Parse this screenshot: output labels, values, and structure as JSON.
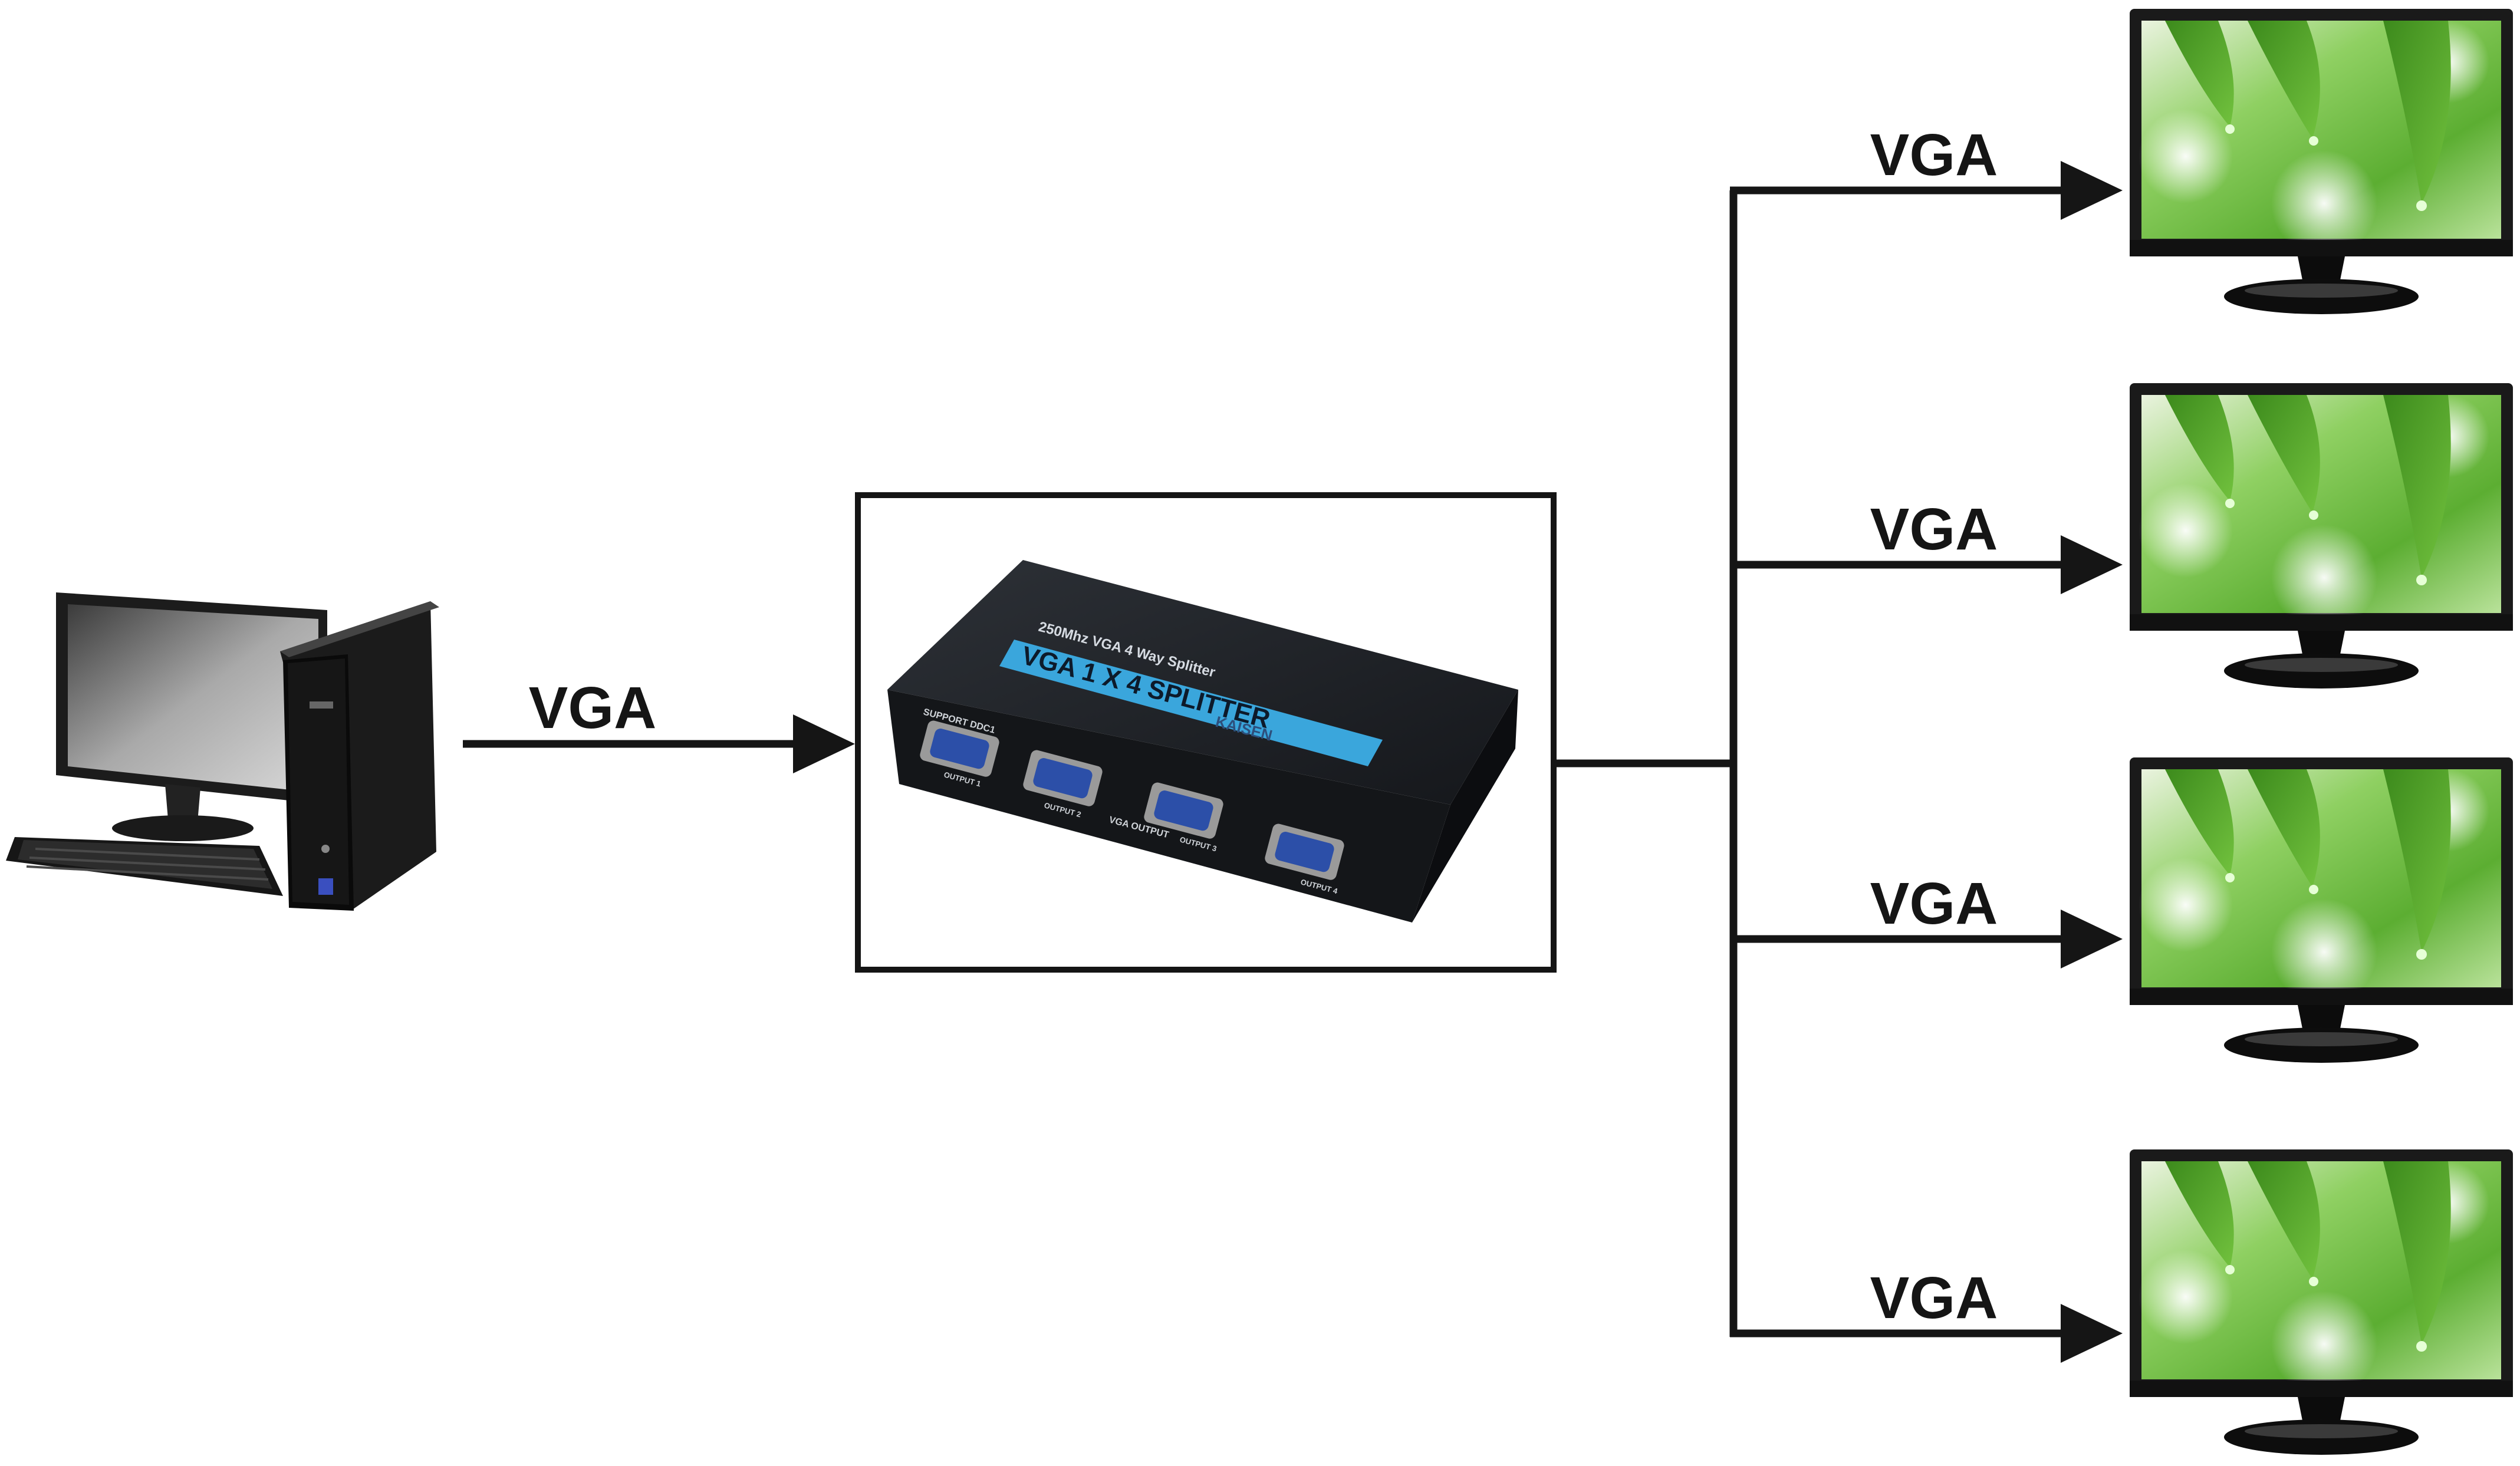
{
  "diagram": {
    "input": {
      "source": "desktop-computer",
      "cable_label": "VGA"
    },
    "splitter": {
      "model_line": "250Mhz VGA 4 Way Splitter",
      "band_title": "VGA 1 X 4 SPLITTER",
      "brand": "KAISEN",
      "support_label": "SUPPORT DDC1",
      "output_group_label": "VGA OUTPUT",
      "ports": [
        "OUTPUT 1",
        "OUTPUT 2",
        "OUTPUT 3",
        "OUTPUT 4"
      ]
    },
    "outputs": [
      {
        "cable_label": "VGA",
        "device": "monitor"
      },
      {
        "cable_label": "VGA",
        "device": "monitor"
      },
      {
        "cable_label": "VGA",
        "device": "monitor"
      },
      {
        "cable_label": "VGA",
        "device": "monitor"
      }
    ]
  },
  "colors": {
    "line": "#151515",
    "band": "#3aa6dc",
    "case": "#1e2126",
    "port": "#2c4fa8",
    "leaf": "#4fa82c",
    "bezel": "#1a1a1a"
  }
}
